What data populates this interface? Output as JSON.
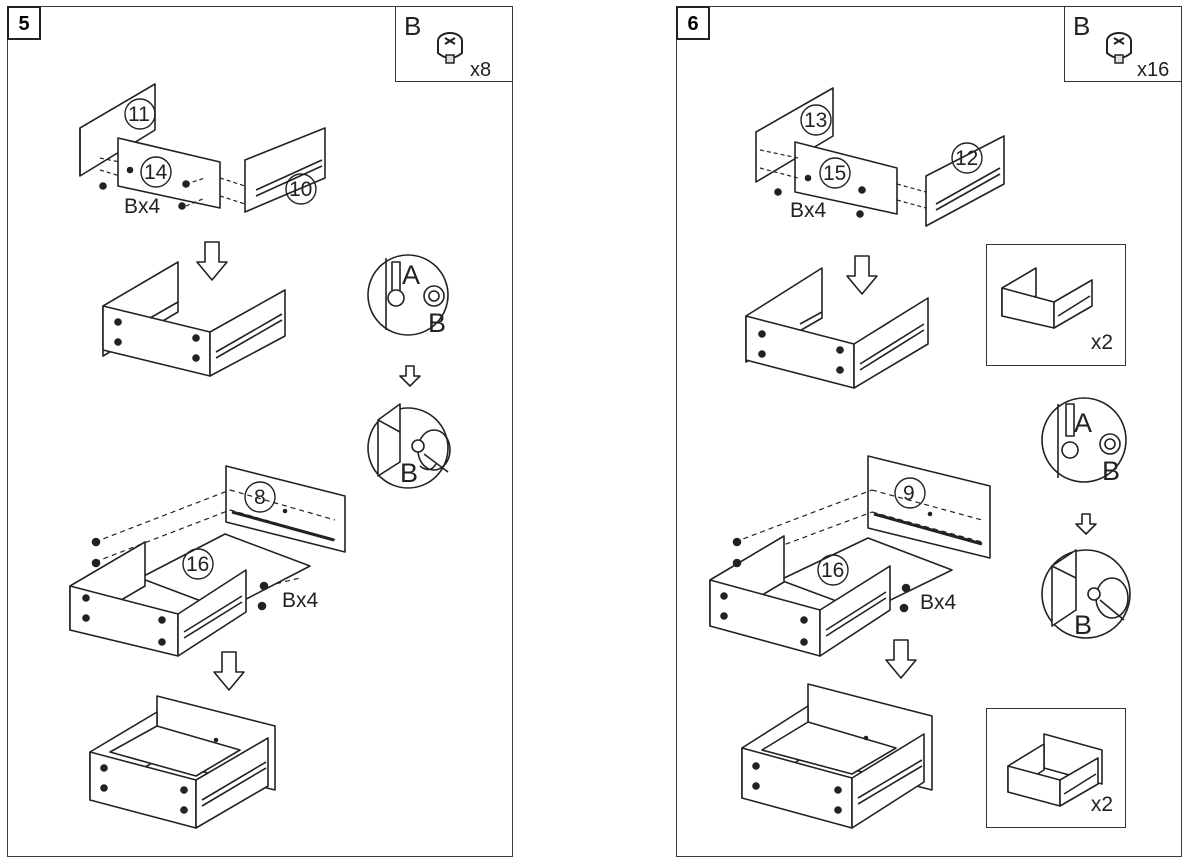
{
  "steps": [
    {
      "number": "5",
      "hardware": {
        "letter": "B",
        "qty": "x8",
        "icon": "cam-lock-icon"
      },
      "part_labels": [
        "11",
        "14",
        "10",
        "8",
        "16"
      ],
      "fastener_labels": [
        "Bx4",
        "Bx4"
      ],
      "detail_labels": [
        "A",
        "B",
        "B"
      ]
    },
    {
      "number": "6",
      "hardware": {
        "letter": "B",
        "qty": "x16",
        "icon": "cam-lock-icon"
      },
      "part_labels": [
        "13",
        "15",
        "12",
        "9",
        "16"
      ],
      "fastener_labels": [
        "Bx4",
        "Bx4"
      ],
      "detail_labels": [
        "A",
        "B",
        "B"
      ],
      "insets": [
        "x2",
        "x2"
      ]
    }
  ],
  "colors": {
    "line": "#222222",
    "panel_border": "#3a3a3a",
    "background": "#ffffff"
  }
}
